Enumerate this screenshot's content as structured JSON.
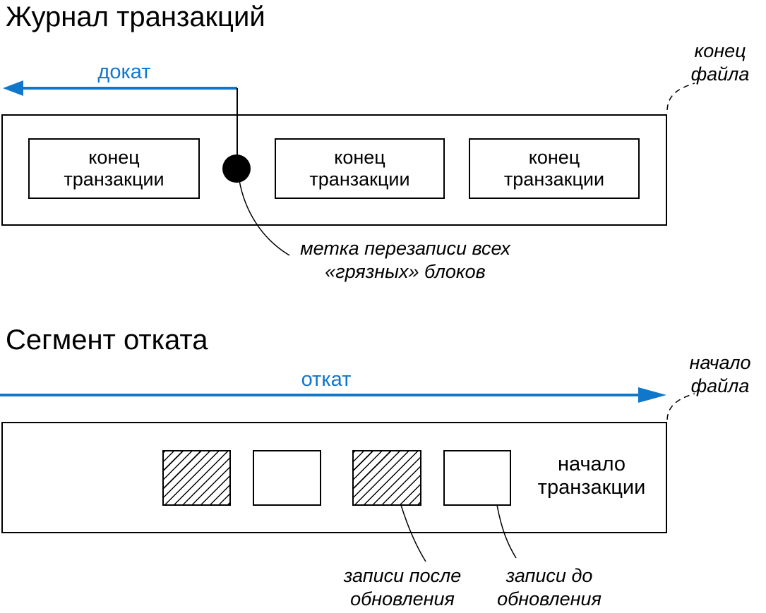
{
  "colors": {
    "accent_blue": "#1177cb",
    "line_black": "#000000"
  },
  "journal_section": {
    "title": "Журнал транзакций",
    "arrow_label": "докат",
    "file_end_label": {
      "line1": "конец",
      "line2": "файла"
    },
    "blocks": [
      {
        "line1": "конец",
        "line2": "транзакции"
      },
      {
        "line1": "конец",
        "line2": "транзакции"
      },
      {
        "line1": "конец",
        "line2": "транзакции"
      }
    ],
    "dirty_mark_label": {
      "line1": "метка перезаписи всех",
      "line2": "«грязных» блоков"
    }
  },
  "rollback_section": {
    "title": "Сегмент отката",
    "arrow_label": "откат",
    "file_start_label": {
      "line1": "начало",
      "line2": "файла"
    },
    "transaction_start_label": {
      "line1": "начало",
      "line2": "транзакции"
    },
    "after_update_label": {
      "line1": "записи после",
      "line2": "обновления"
    },
    "before_update_label": {
      "line1": "записи до",
      "line2": "обновления"
    }
  }
}
